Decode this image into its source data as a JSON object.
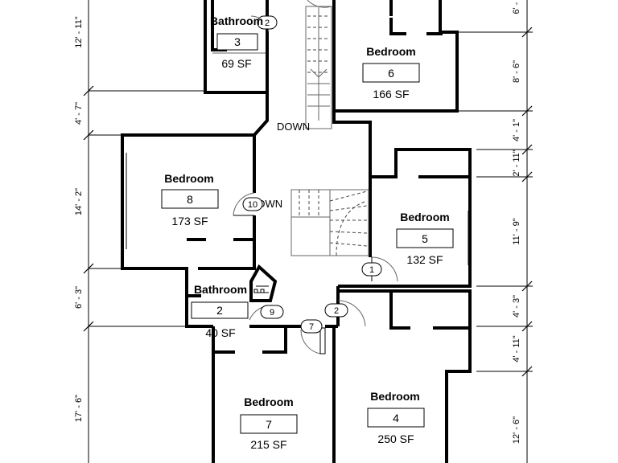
{
  "rooms": [
    {
      "name": "Bathroom",
      "number": "3",
      "area": "69 SF"
    },
    {
      "name": "Bedroom",
      "number": "6",
      "area": "166 SF"
    },
    {
      "name": "Bedroom",
      "number": "8",
      "area": "173 SF"
    },
    {
      "name": "Bedroom",
      "number": "5",
      "area": "132 SF"
    },
    {
      "name": "Bathroom",
      "number": "2",
      "area": "40 SF"
    },
    {
      "name": "Bedroom",
      "number": "7",
      "area": "215 SF"
    },
    {
      "name": "Bedroom",
      "number": "4",
      "area": "250 SF"
    }
  ],
  "stairs": {
    "down_upper": "DOWN",
    "down_middle": "DOWN"
  },
  "door_tags": [
    "2",
    "10",
    "1",
    "9",
    "2",
    "7"
  ],
  "dimensions": {
    "left": [
      "12' - 11\"",
      "4' - 7\"",
      "14' - 2\"",
      "6' - 3\"",
      "17' - 6\""
    ],
    "right": [
      "6' -",
      "8' - 6\"",
      "4' - 1\"",
      "2' - 11\"",
      "11' - 9\"",
      "4' - 3\"",
      "4' - 11\"",
      "12' - 6\""
    ]
  }
}
